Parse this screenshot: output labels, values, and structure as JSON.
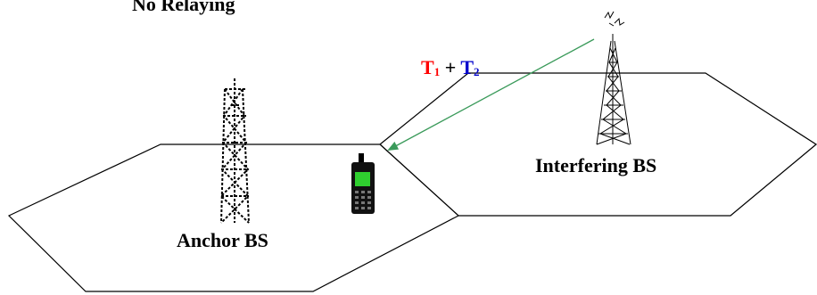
{
  "diagram": {
    "title": "No Relaying",
    "anchor_label": "Anchor BS",
    "interfering_label": "Interfering BS",
    "signal": {
      "t1_letter": "T",
      "t1_sub": "1",
      "plus": "+",
      "t2_letter": "T",
      "t2_sub": "2"
    }
  },
  "colors": {
    "t1": "#ff0000",
    "t2": "#0000cc",
    "arrow": "#3a9a5a",
    "lines": "#000000"
  },
  "icons": {
    "anchor_tower": "dashed-lattice-tower-icon",
    "interfering_tower": "lattice-tower-icon",
    "phone": "mobile-phone-icon"
  }
}
